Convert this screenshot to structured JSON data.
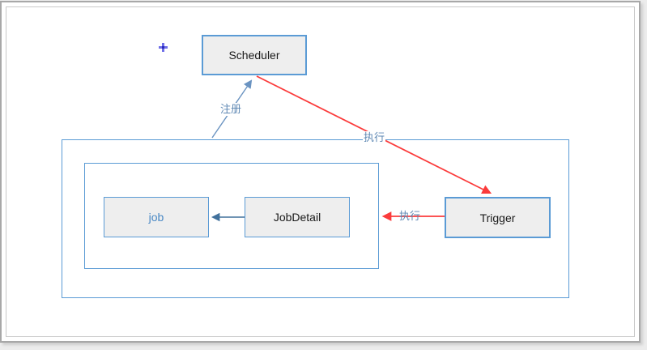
{
  "diagram": {
    "nodes": {
      "scheduler": {
        "label": "Scheduler"
      },
      "job": {
        "label": "job"
      },
      "jobdetail": {
        "label": "JobDetail"
      },
      "trigger": {
        "label": "Trigger"
      }
    },
    "edges": {
      "register": {
        "label": "注册"
      },
      "execute_trigger": {
        "label": "执行"
      },
      "execute_job": {
        "label": "执行"
      }
    },
    "icons": {
      "cursor": "crosshair-plus"
    },
    "colors": {
      "node_border": "#5b9bd5",
      "node_fill": "#eeeeee",
      "container_border": "#5b9bd5",
      "register_arrow": "#6a93c1",
      "execute_arrow": "#fb3b3b",
      "jobdetail_arrow": "#41719c",
      "edge_label_text": "#5d87b3",
      "job_text": "#4a89c5",
      "node_text": "#1a1a1a",
      "cursor_blue": "#4646d8",
      "frame_border": "#a8a8a8",
      "frame_inner_border": "#c9c9c9"
    }
  }
}
